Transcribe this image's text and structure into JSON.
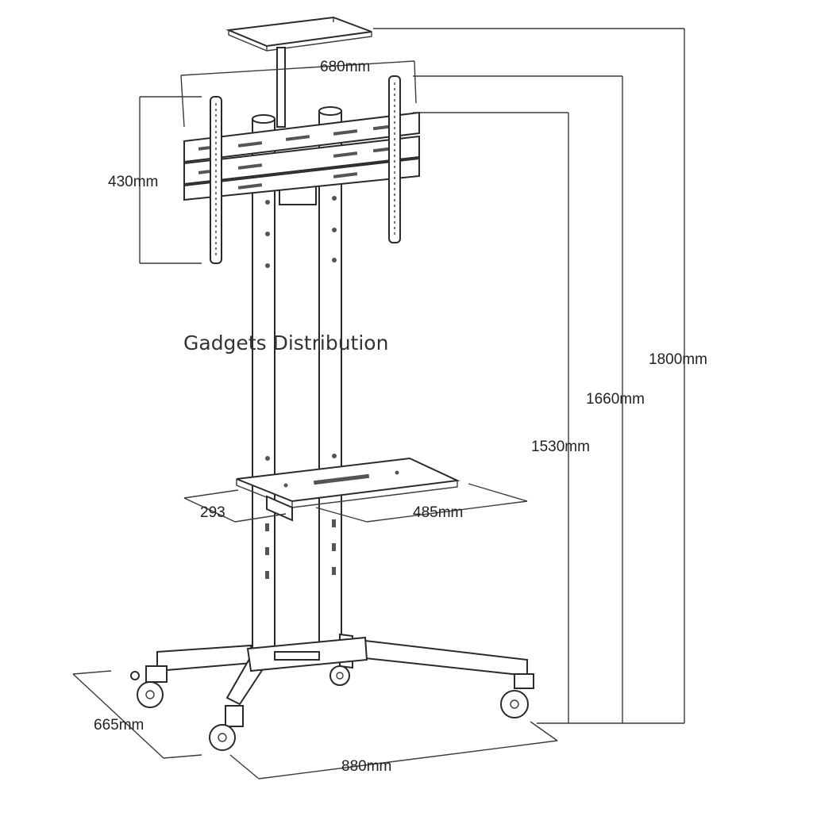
{
  "watermark": "Gadgets Distribution",
  "dimensions": {
    "mount_width": "680mm",
    "mount_height": "430mm",
    "total_height": "1800mm",
    "mount_top_height": "1660mm",
    "mount_center_height": "1530mm",
    "shelf_depth": "293",
    "shelf_width": "485mm",
    "base_depth": "665mm",
    "base_width": "880mm"
  }
}
